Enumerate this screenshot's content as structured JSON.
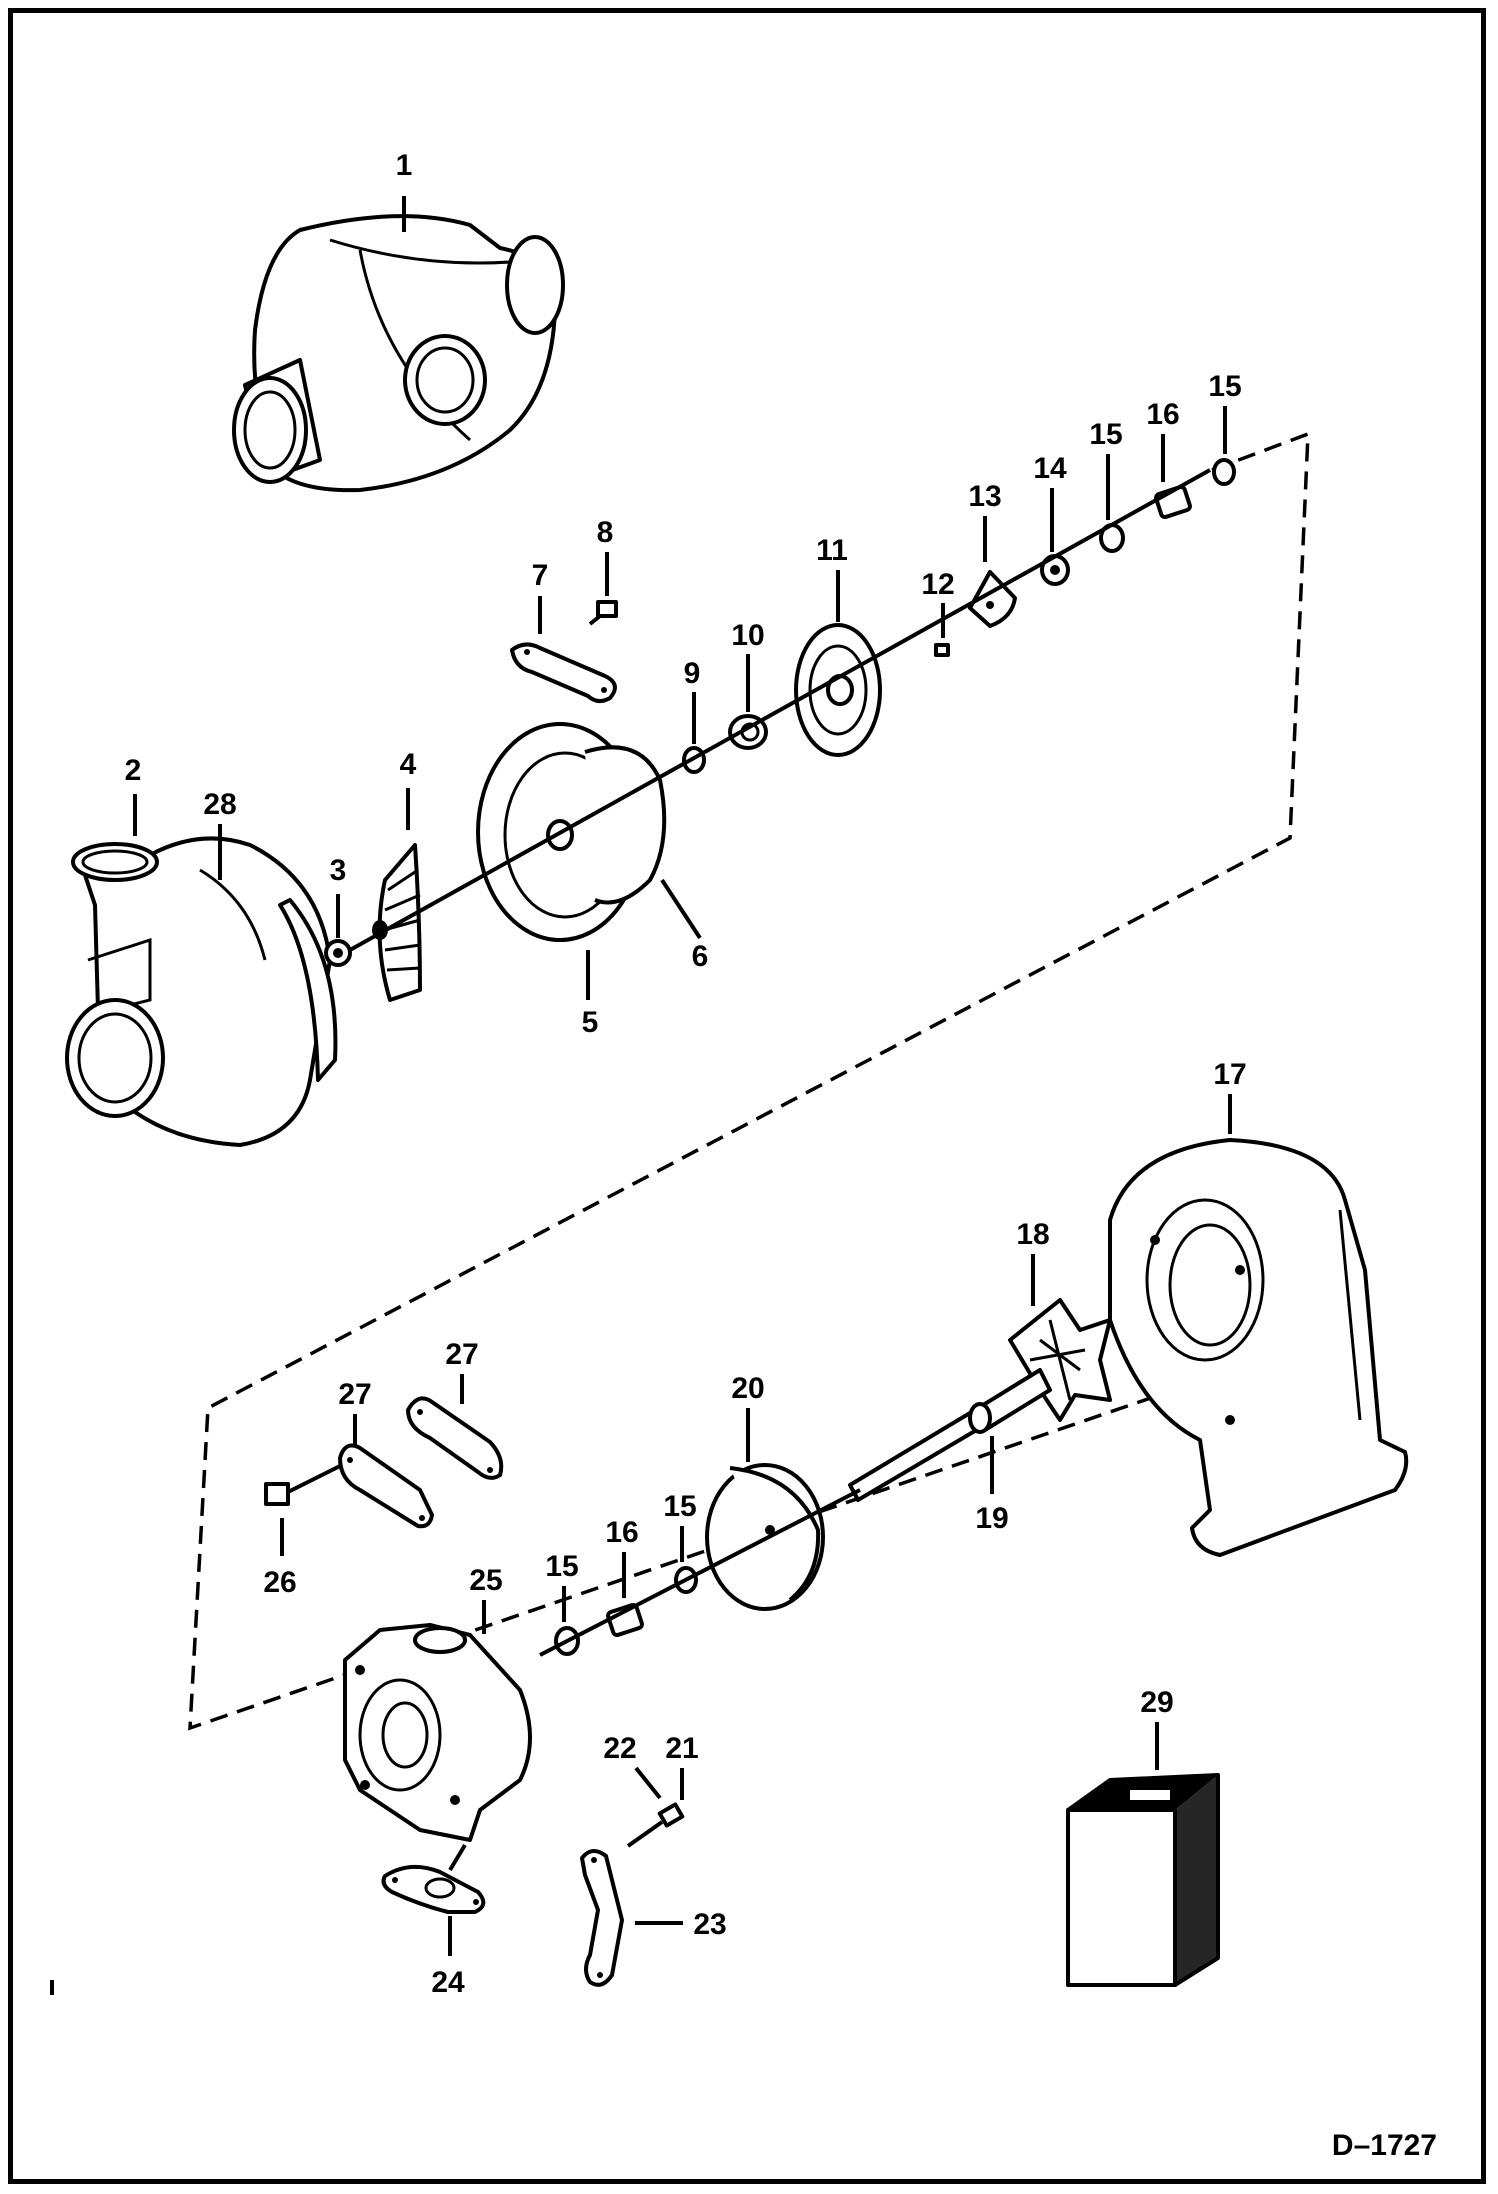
{
  "drawing_code": "D–1727",
  "callouts": [
    {
      "id": "1",
      "text": "1"
    },
    {
      "id": "2",
      "text": "2"
    },
    {
      "id": "3",
      "text": "3"
    },
    {
      "id": "4",
      "text": "4"
    },
    {
      "id": "5",
      "text": "5"
    },
    {
      "id": "6",
      "text": "6"
    },
    {
      "id": "7",
      "text": "7"
    },
    {
      "id": "8",
      "text": "8"
    },
    {
      "id": "9",
      "text": "9"
    },
    {
      "id": "10",
      "text": "10"
    },
    {
      "id": "11",
      "text": "11"
    },
    {
      "id": "12",
      "text": "12"
    },
    {
      "id": "13",
      "text": "13"
    },
    {
      "id": "14",
      "text": "14"
    },
    {
      "id": "15a",
      "text": "15"
    },
    {
      "id": "16a",
      "text": "16"
    },
    {
      "id": "15b",
      "text": "15"
    },
    {
      "id": "17",
      "text": "17"
    },
    {
      "id": "18",
      "text": "18"
    },
    {
      "id": "19",
      "text": "19"
    },
    {
      "id": "20",
      "text": "20"
    },
    {
      "id": "15c",
      "text": "15"
    },
    {
      "id": "16b",
      "text": "16"
    },
    {
      "id": "15d",
      "text": "15"
    },
    {
      "id": "21",
      "text": "21"
    },
    {
      "id": "22",
      "text": "22"
    },
    {
      "id": "23",
      "text": "23"
    },
    {
      "id": "24",
      "text": "24"
    },
    {
      "id": "25",
      "text": "25"
    },
    {
      "id": "26",
      "text": "26"
    },
    {
      "id": "27a",
      "text": "27"
    },
    {
      "id": "27b",
      "text": "27"
    },
    {
      "id": "28",
      "text": "28"
    },
    {
      "id": "29",
      "text": "29"
    }
  ]
}
